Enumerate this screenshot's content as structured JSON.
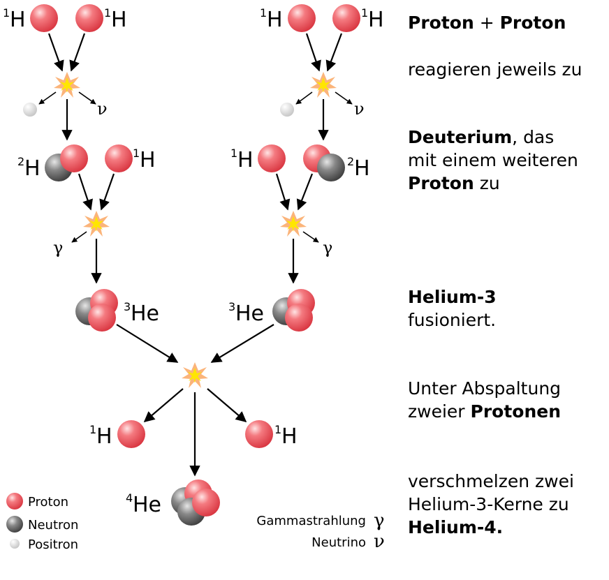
{
  "nuclides": {
    "h1": {
      "sup": "1",
      "sym": "H"
    },
    "h2": {
      "sup": "2",
      "sym": "H"
    },
    "he3": {
      "sup": "3",
      "sym": "He"
    },
    "he4": {
      "sup": "4",
      "sym": "He"
    }
  },
  "symbols": {
    "gamma": "γ",
    "nu": "ν"
  },
  "legend": {
    "proton": "Proton",
    "neutron": "Neutron",
    "positron": "Positron",
    "gamma_label": "Gammastrahlung",
    "neutrino_label": "Neutrino"
  },
  "text": {
    "step1": {
      "a": "Proton",
      "plus": " + ",
      "b": "Proton"
    },
    "step2": "reagieren jeweils zu",
    "step3": {
      "a": "Deuterium",
      "b": ", das",
      "c": "mit einem weiteren",
      "d": "Proton",
      "e": " zu"
    },
    "step4": {
      "a": "Helium-3",
      "b": "fusioniert."
    },
    "step5": {
      "a": "Unter Abspaltung",
      "b": "zweier ",
      "c": "Protonen"
    },
    "step6": {
      "a": "verschmelzen zwei",
      "b": "Helium-3-Kerne zu",
      "c": "Helium-4."
    }
  },
  "colors": {
    "proton": "#e8505a",
    "neutron": "#666666",
    "positron": "#dcdcdc",
    "flash": "#ffe600"
  }
}
